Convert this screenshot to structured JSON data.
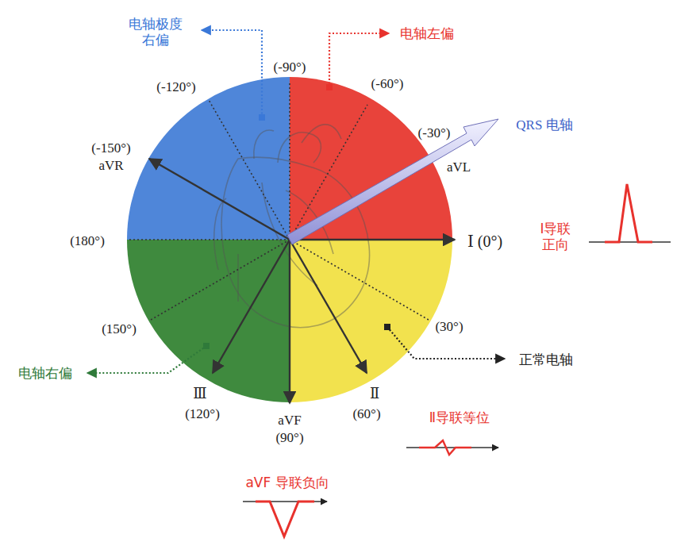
{
  "diagram": {
    "labels": [
      "电轴极度 右偏",
      "电轴左偏",
      "(-90°)",
      "(-60°)",
      "(-120°)",
      "(-30°)",
      "QRS 电轴",
      "(-150°)",
      "aVR",
      "aVL",
      "(180°)",
      "Ⅰ (0°)",
      "Ⅰ导联 正向",
      "(150°)",
      "(30°)",
      "正常电轴",
      "电轴右偏",
      "Ⅲ",
      "(120°)",
      "aVF",
      "(90°)",
      "Ⅱ",
      "(60°)",
      "Ⅱ导联等位",
      "aVF 导联负向"
    ]
  }
}
